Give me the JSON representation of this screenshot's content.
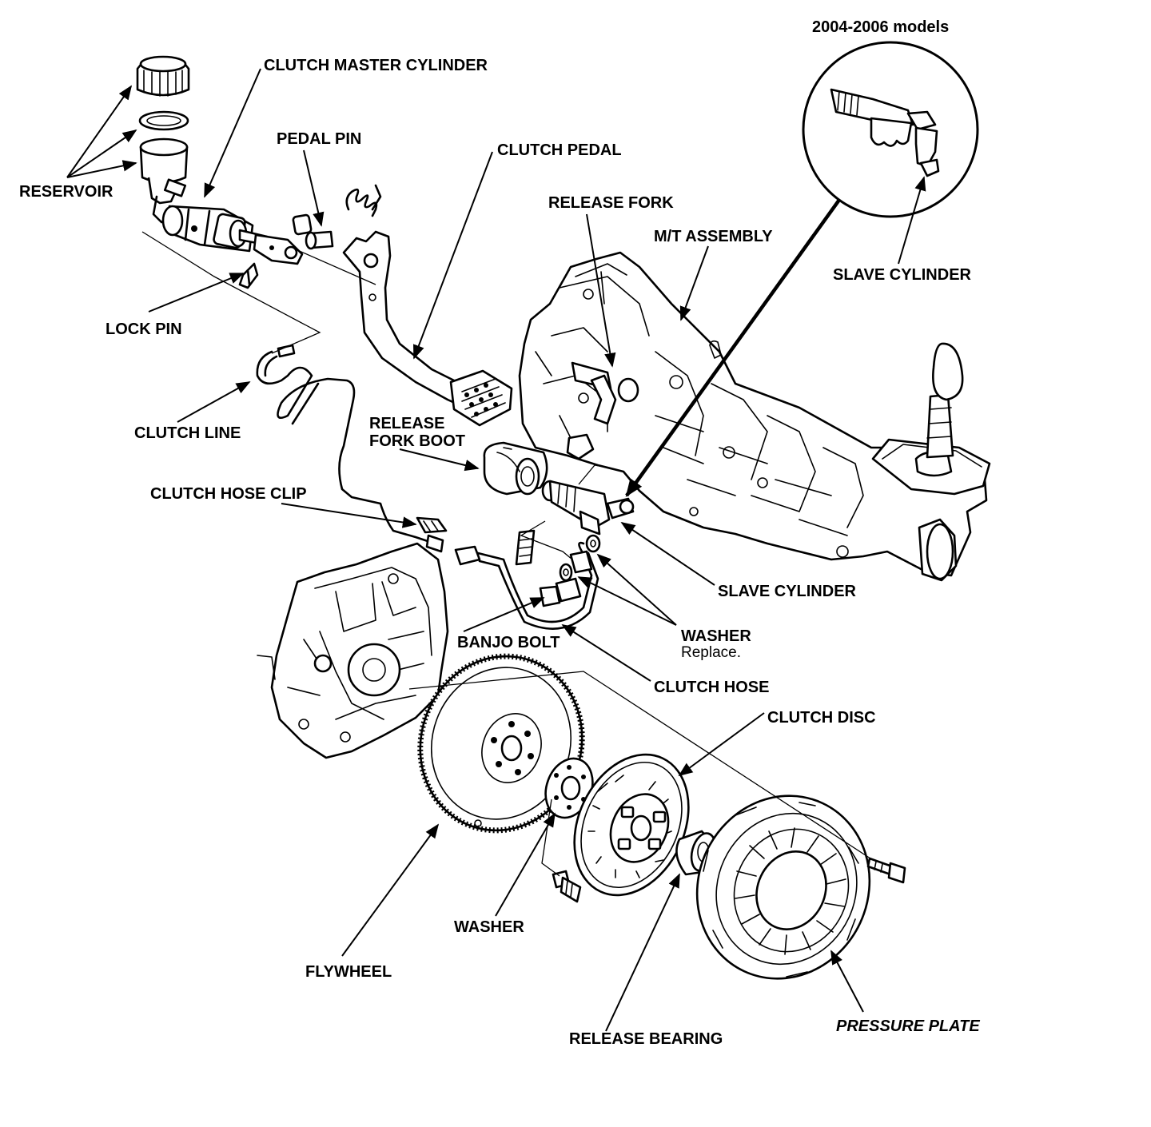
{
  "labels": {
    "models_note": "2004-2006 models",
    "clutch_master_cylinder": "CLUTCH MASTER CYLINDER",
    "reservoir": "RESERVOIR",
    "pedal_pin": "PEDAL PIN",
    "clutch_pedal": "CLUTCH PEDAL",
    "release_fork": "RELEASE FORK",
    "mt_assembly": "M/T ASSEMBLY",
    "slave_cylinder_inset": "SLAVE CYLINDER",
    "lock_pin": "LOCK PIN",
    "clutch_line": "CLUTCH LINE",
    "release_fork_boot_line1": "RELEASE",
    "release_fork_boot_line2": "FORK BOOT",
    "clutch_hose_clip": "CLUTCH HOSE CLIP",
    "slave_cylinder": "SLAVE CYLINDER",
    "washer_replace": "WASHER",
    "replace_note": "Replace.",
    "banjo_bolt": "BANJO BOLT",
    "clutch_hose": "CLUTCH HOSE",
    "clutch_disc": "CLUTCH DISC",
    "washer": "WASHER",
    "flywheel": "FLYWHEEL",
    "release_bearing": "RELEASE BEARING",
    "pressure_plate": "PRESSURE PLATE"
  }
}
